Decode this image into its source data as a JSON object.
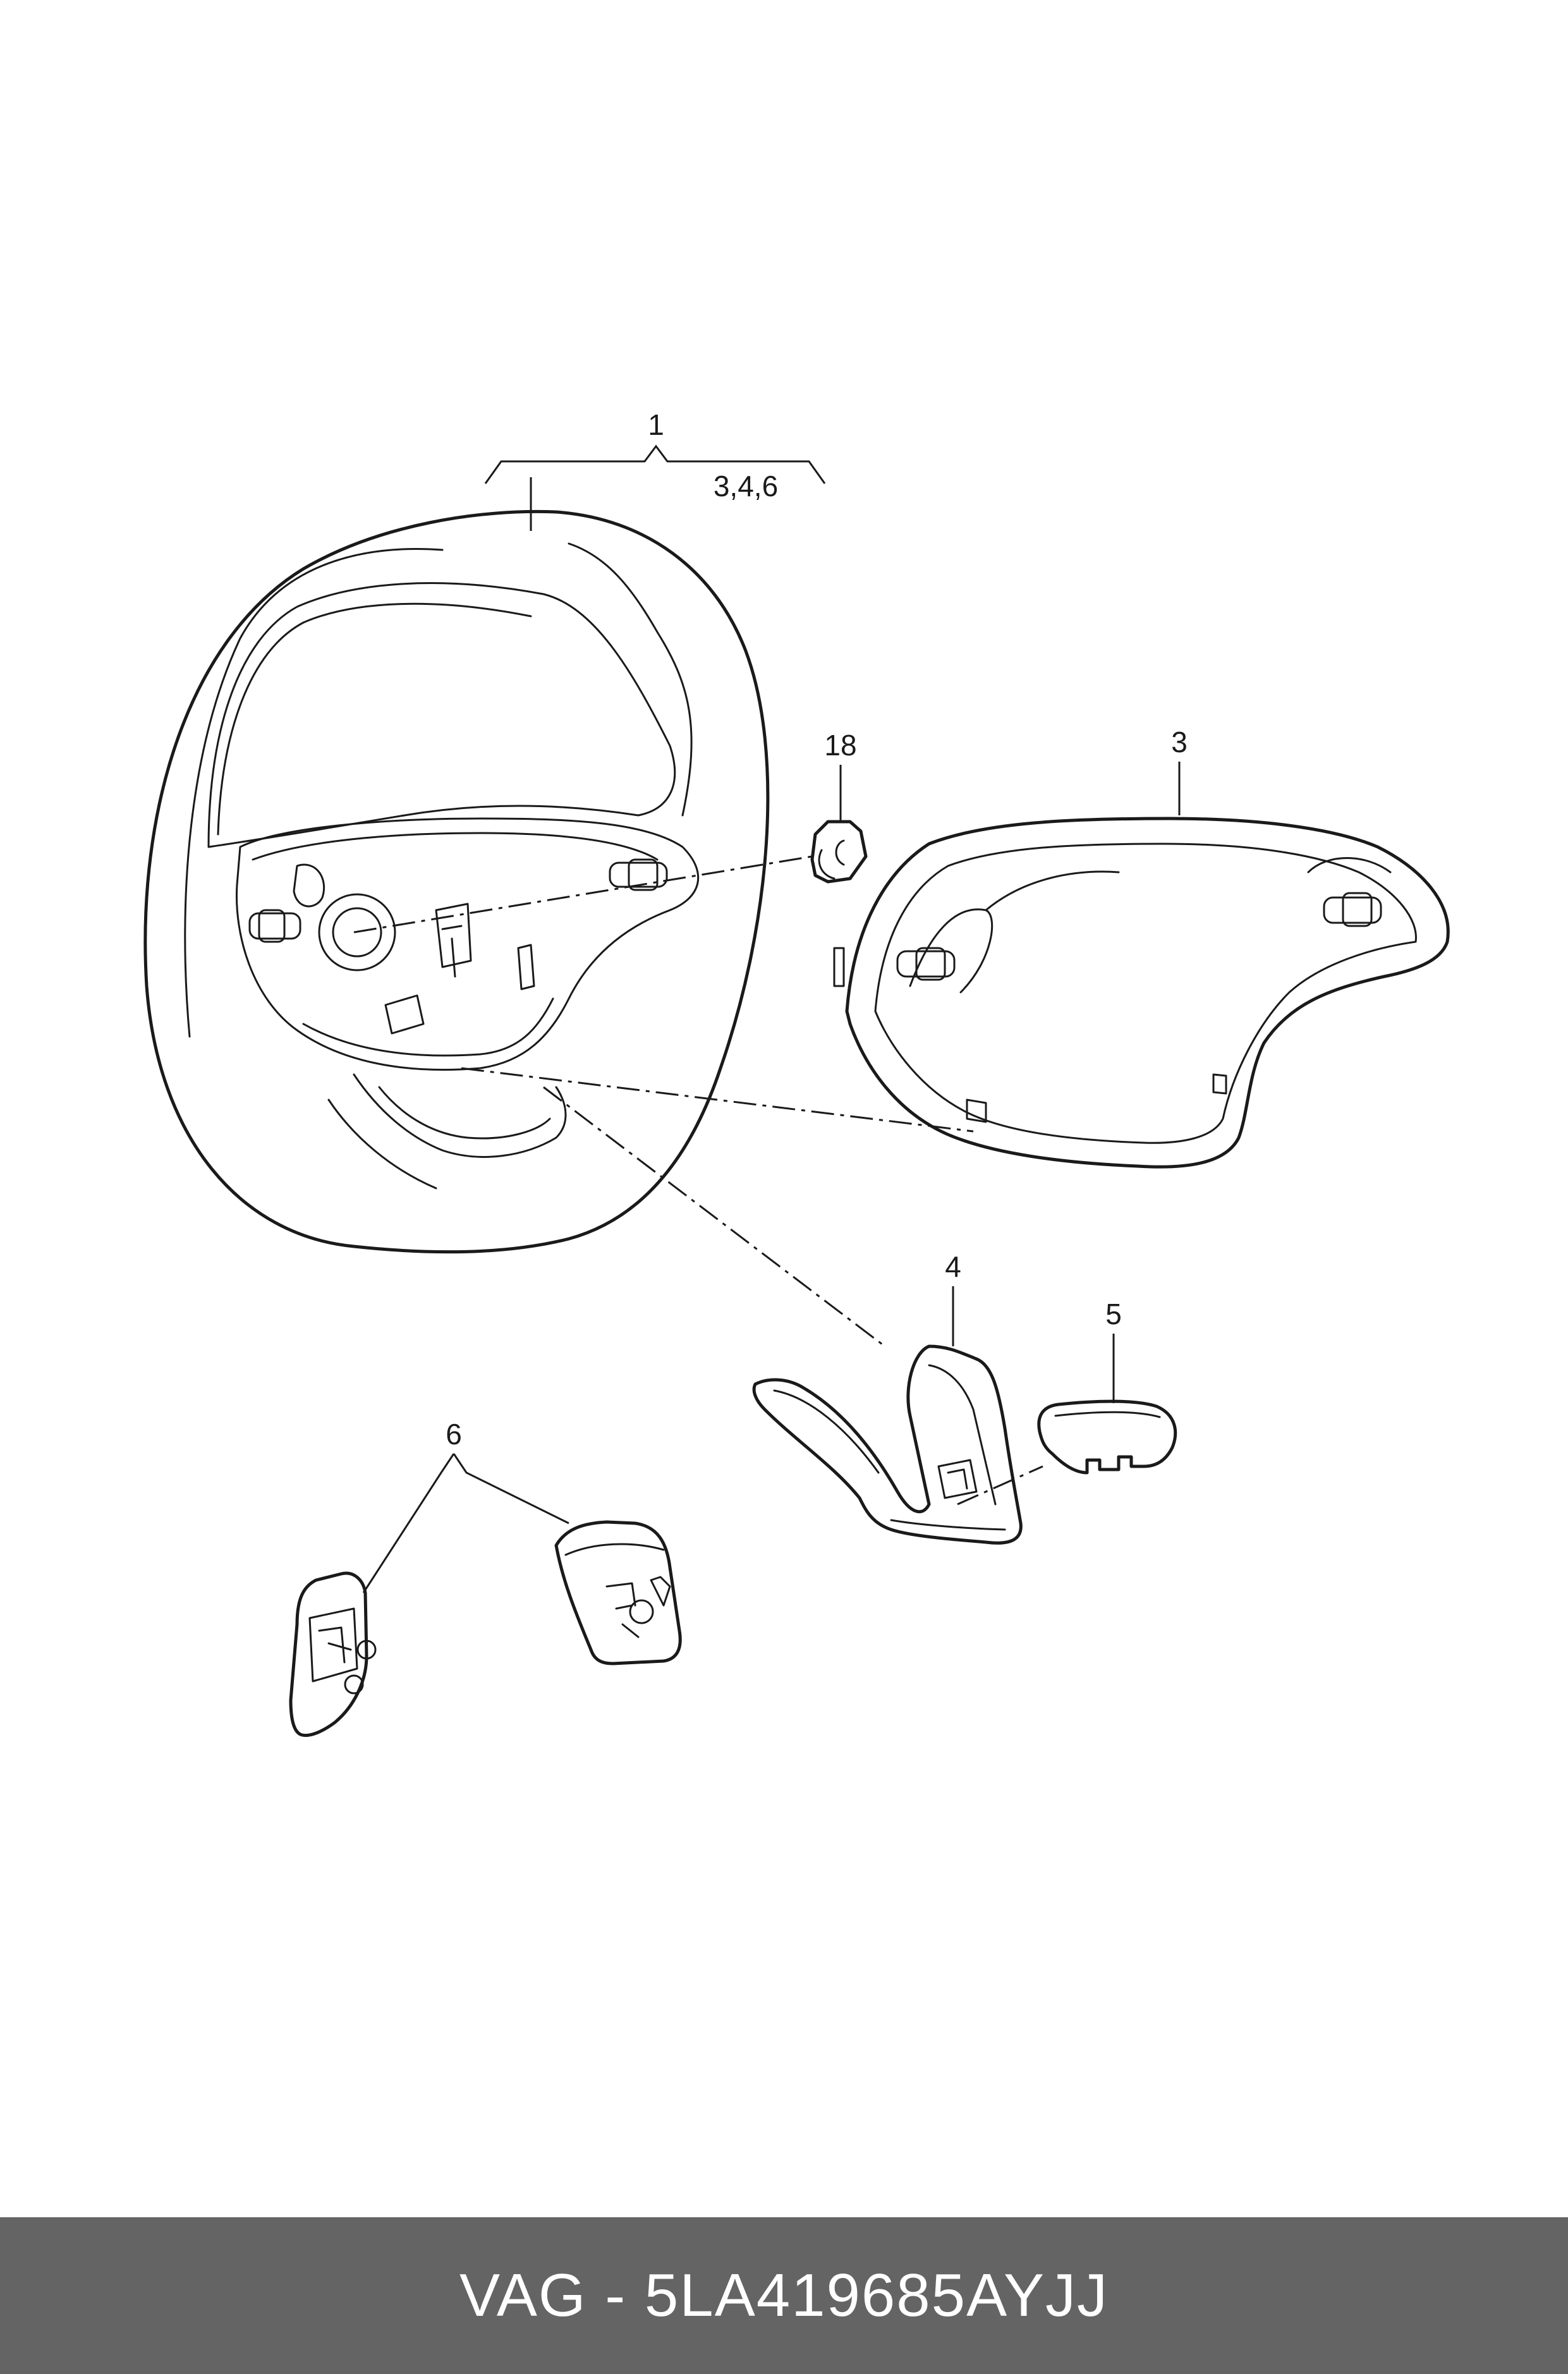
{
  "diagram": {
    "callouts": {
      "steering_wheel": "1",
      "steering_wheel_sub": "3,4,6",
      "clip": "18",
      "trim_cover": "3",
      "lower_trim": "4",
      "button_cap": "5",
      "paddle_shifters": "6"
    }
  },
  "footer": {
    "text": "VAG - 5LA419685AYJJ",
    "background_color": "#646464",
    "text_color": "#ffffff"
  }
}
